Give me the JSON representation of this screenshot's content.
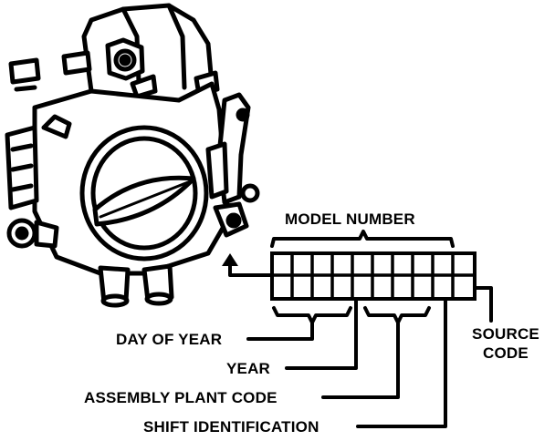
{
  "diagram": {
    "labels": {
      "model_number": "MODEL NUMBER",
      "day_of_year": "DAY OF YEAR",
      "year": "YEAR",
      "assembly_plant_code": "ASSEMBLY PLANT CODE",
      "shift_identification": "SHIFT IDENTIFICATION",
      "source_code_line1": "SOURCE",
      "source_code_line2": "CODE"
    },
    "colors": {
      "ink": "#000000",
      "paper": "#ffffff",
      "shade": "#d9d9d9"
    }
  }
}
